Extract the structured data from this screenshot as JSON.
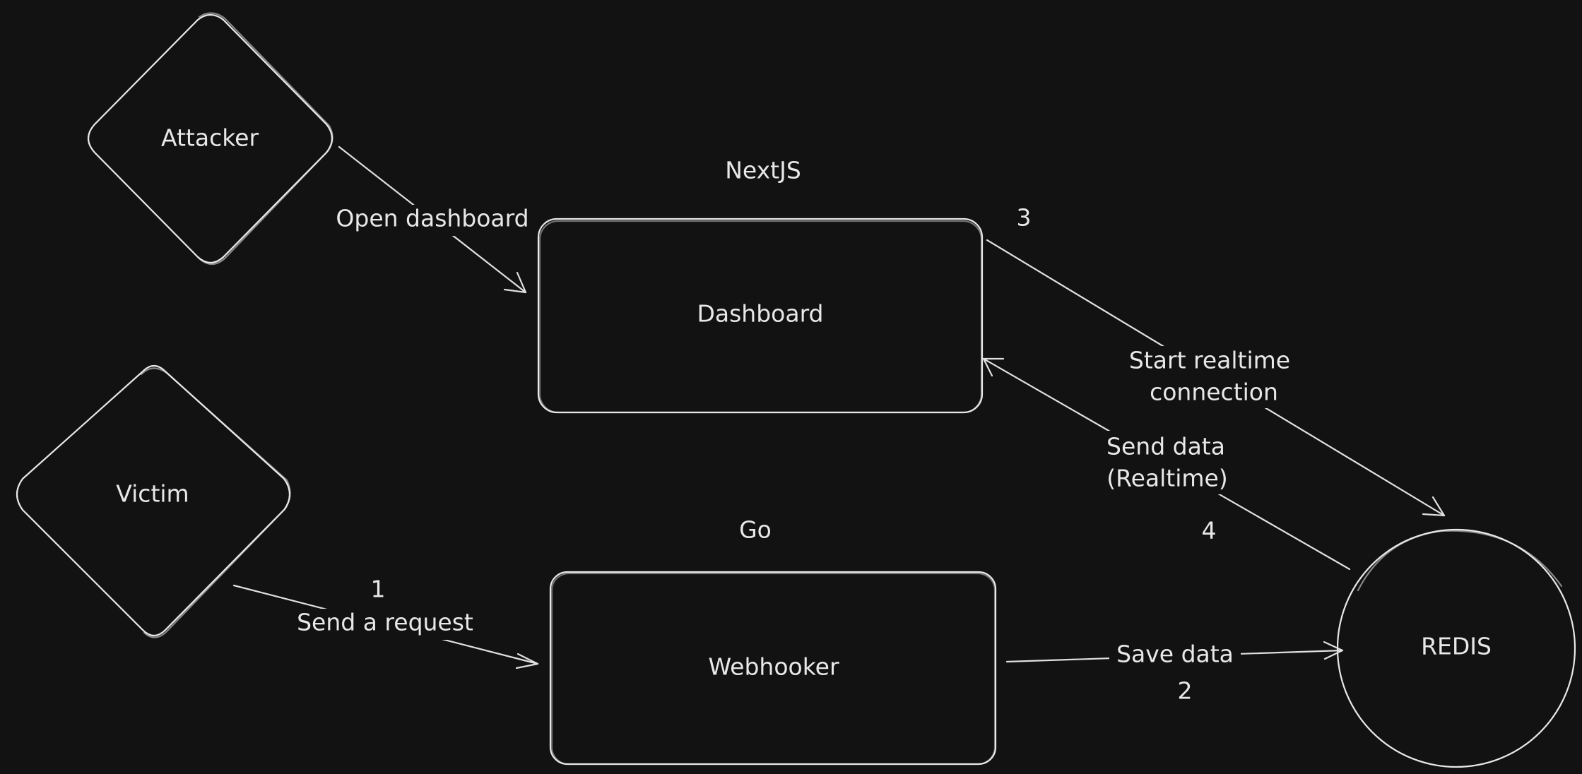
{
  "background": "#121212",
  "stroke_color": "#e8e8e8",
  "nodes": {
    "attacker": "Attacker",
    "victim": "Victim",
    "dashboard": "Dashboard",
    "webhooker": "Webhooker",
    "redis": "REDIS"
  },
  "groups": {
    "nextjs": "NextJS",
    "go": "Go"
  },
  "edges": {
    "open_dashboard": "Open dashboard",
    "send_request": "Send a request",
    "save_data": "Save data",
    "realtime_line1": "Start realtime",
    "realtime_line2": "connection",
    "send_data_line1": "Send data",
    "send_data_line2": "(Realtime)"
  },
  "steps": {
    "one": "1",
    "two": "2",
    "three": "3",
    "four": "4"
  }
}
